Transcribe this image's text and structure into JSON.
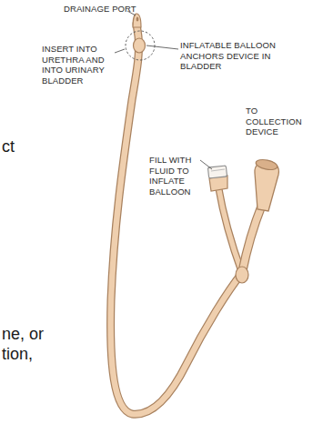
{
  "diagram": {
    "labels": [
      "DRAINAGE PORT",
      "INSERT INTO URETHRA AND INTO URINARY BLADDER",
      "INFLATABLE BALLOON ANCHORS DEVICE IN BLADDER",
      "TO COLLECTION DEVICE",
      "FILL WITH FLUID TO INFLATE BALLOON",
      "ct",
      "ne, or",
      "tion,"
    ]
  }
}
